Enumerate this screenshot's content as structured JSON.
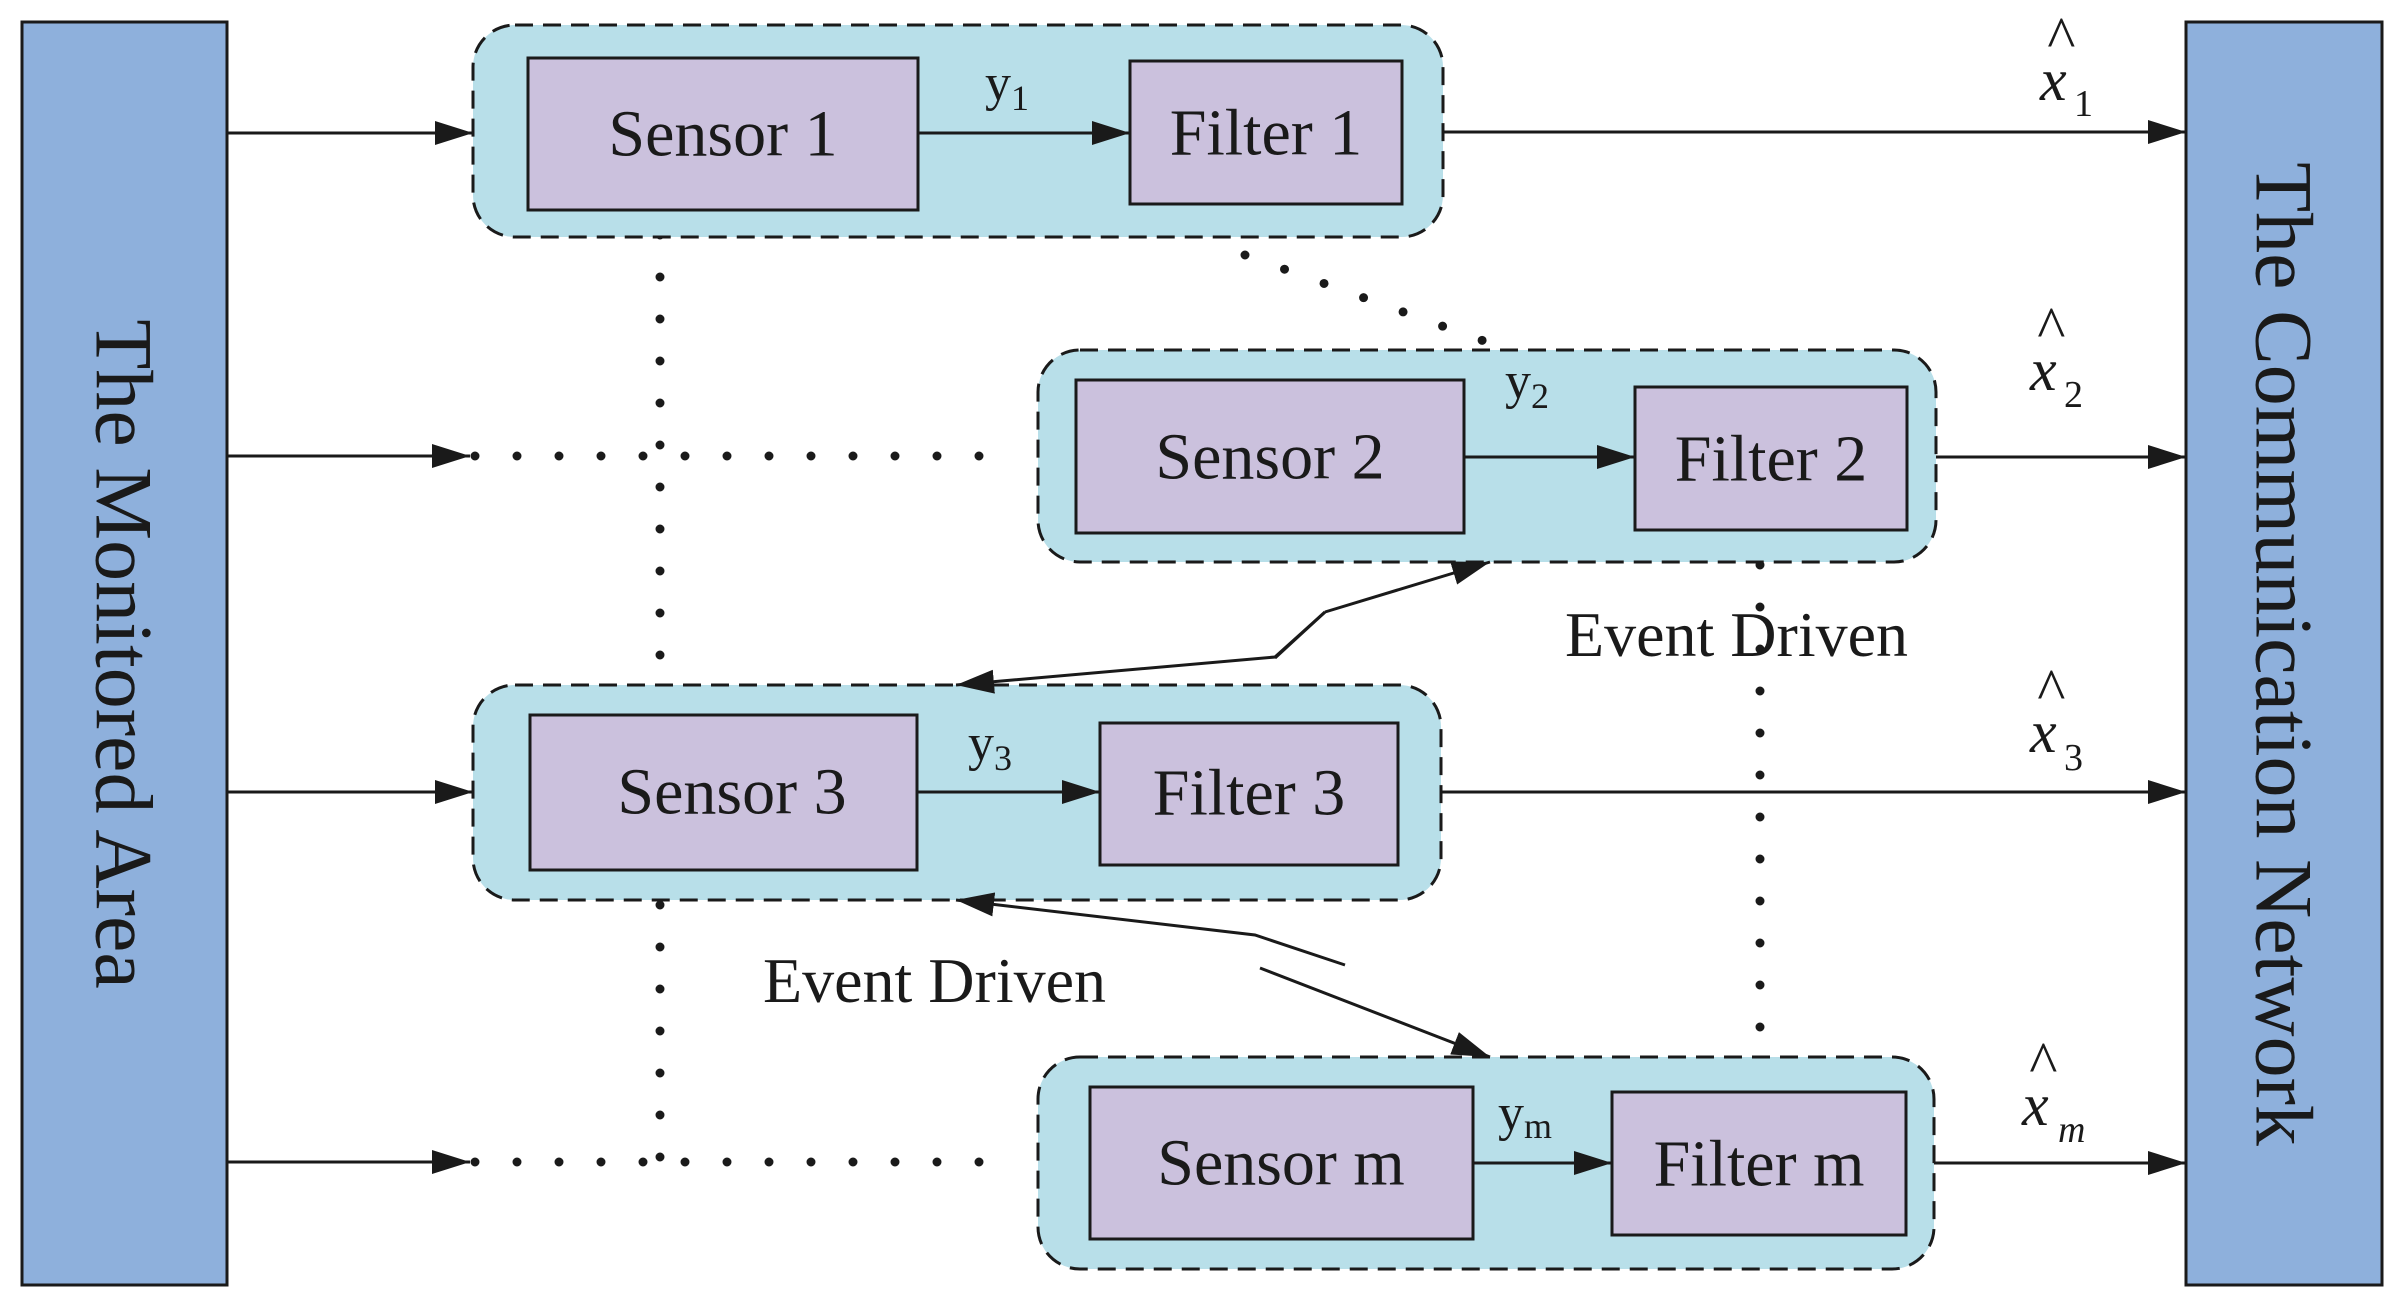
{
  "panels": {
    "left_label": "The Monitored Area",
    "right_label": "The Communication Network"
  },
  "nodes": [
    {
      "sensor": "Sensor 1",
      "filter": "Filter 1",
      "signal": "y",
      "signal_sub": "1",
      "estimate": "x",
      "estimate_sub": "1"
    },
    {
      "sensor": "Sensor 2",
      "filter": "Filter 2",
      "signal": "y",
      "signal_sub": "2",
      "estimate": "x",
      "estimate_sub": "2"
    },
    {
      "sensor": "Sensor 3",
      "filter": "Filter 3",
      "signal": "y",
      "signal_sub": "3",
      "estimate": "x",
      "estimate_sub": "3"
    },
    {
      "sensor": "Sensor m",
      "filter": "Filter m",
      "signal": "y",
      "signal_sub": "m",
      "estimate": "x",
      "estimate_sub": "m"
    }
  ],
  "event_labels": [
    "Event Driven",
    "Event Driven"
  ],
  "colors": {
    "panel_fill": "#8eb0dc",
    "group_fill": "#b8dfe9",
    "box_fill": "#cbc1dd",
    "stroke": "#1a1a1a"
  }
}
